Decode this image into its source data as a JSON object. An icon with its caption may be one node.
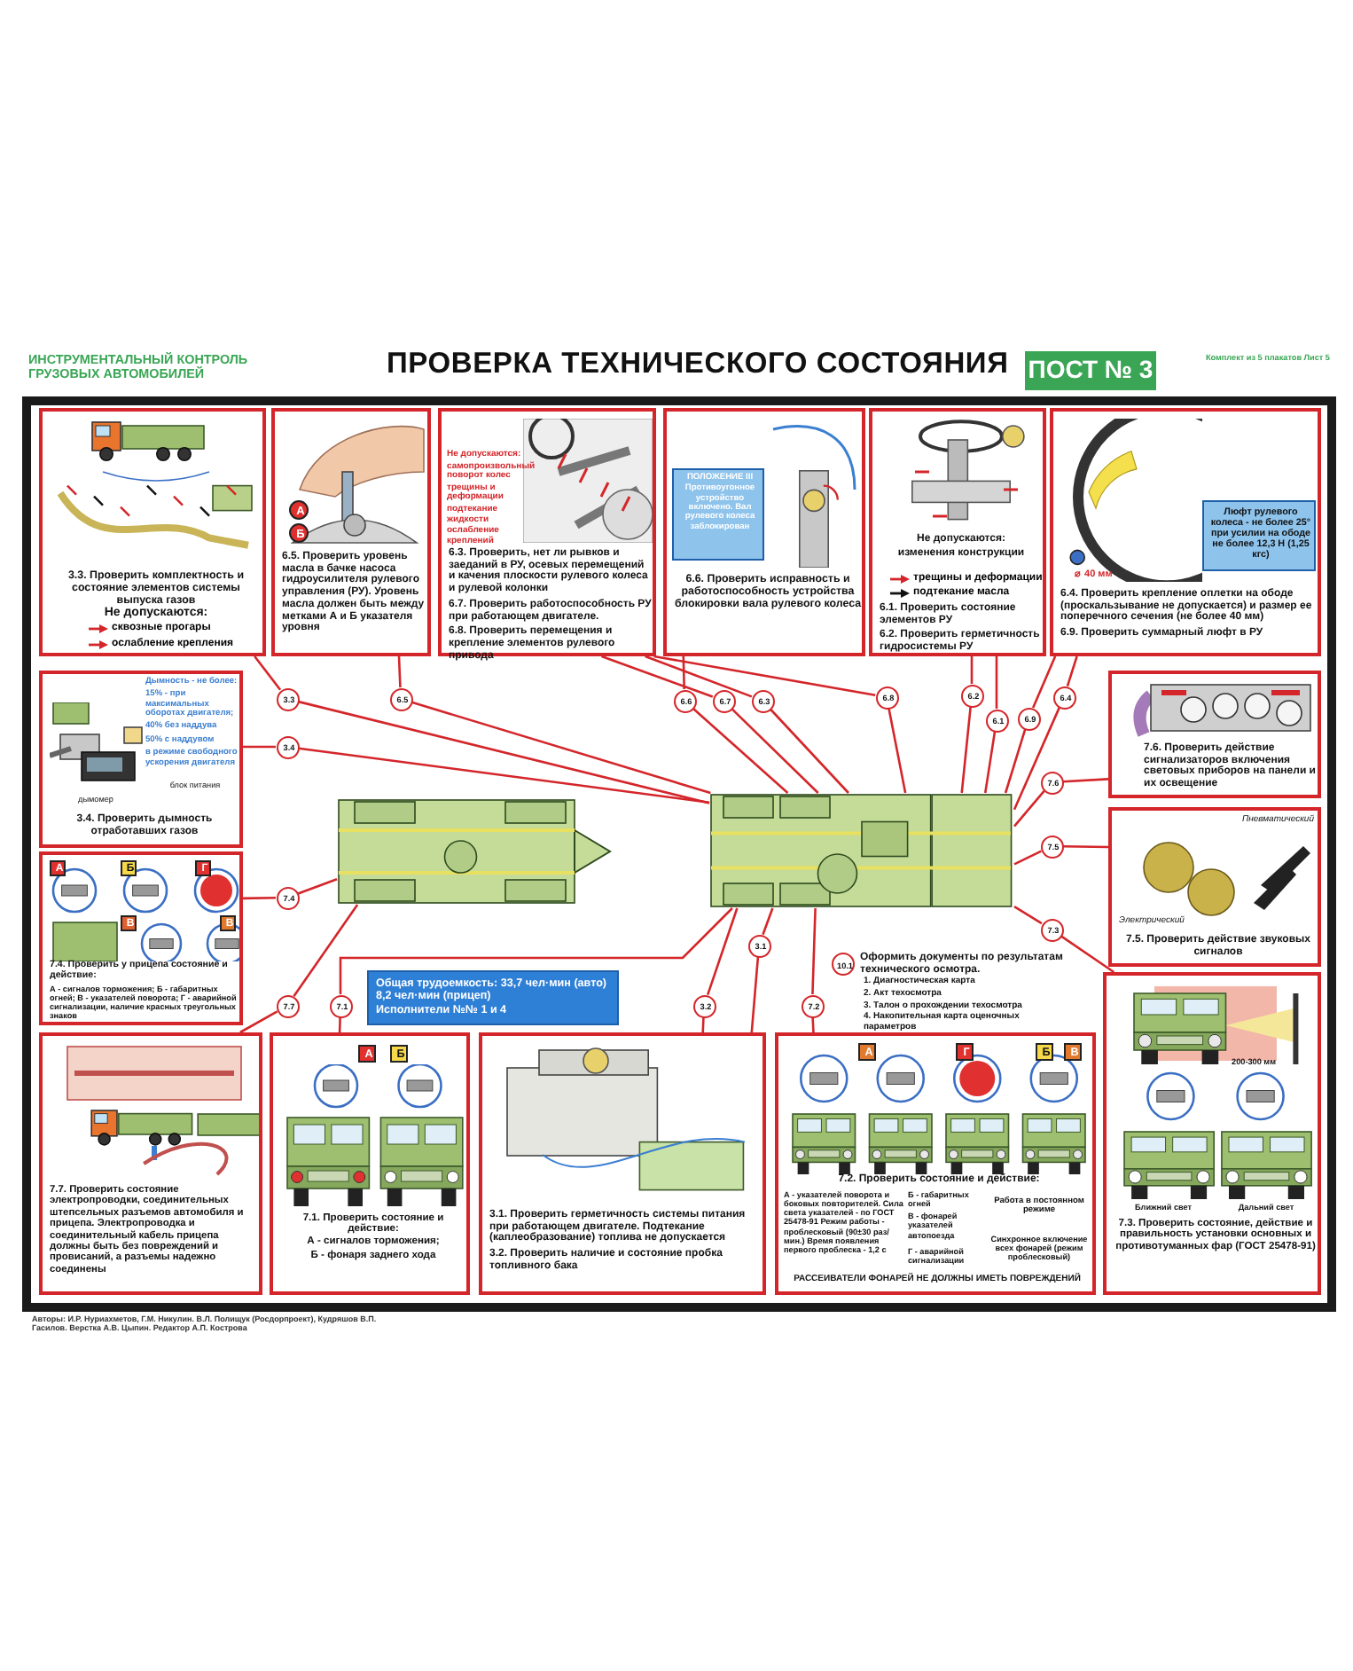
{
  "diagram": {
    "title": "ПРОВЕРКА ТЕХНИЧЕСКОГО СОСТОЯНИЯ",
    "nodes": [
      {
        "text": [
          "ПОСТ № 3"
        ]
      },
      {
        "text": [
          "3.3. Проверить комплектность и состояние элементов системы выпуска газов",
          "Не допускаются:"
        ]
      },
      {
        "text": [
          "6.5. Проверить уровень масла в бачке насоса гидроусилителя рулевого управления (РУ). Уровень масла должен быть между метками А и Б указателя уровня"
        ]
      },
      {
        "text": [
          "А"
        ],
        "in": 2
      },
      {
        "text": [
          "Б"
        ],
        "in": 2
      },
      {
        "text": [
          "Не допускаются:",
          "самопроизвольный поворот колес",
          "трещины и деформации",
          "подтекание жидкости",
          "ослабление креплений",
          "6.3. Проверить, нет ли рывков и заеданий в РУ, осевых перемещений и качения плоскости рулевого колеса и рулевой колонки",
          "6.7. Проверить работоспособность РУ при работающем двигателе.",
          "6.8. Проверить перемещения и крепление элементов рулевого привода"
        ]
      },
      {
        "text": [
          "6.6. Проверить исправность и работоспособность устройства блокировки вала рулевого колеса"
        ]
      },
      {
        "text": [
          "ПОЛОЖЕНИЕ III",
          "Противоугонное устройство включено. Вал рулевого колеса заблокирован"
        ],
        "in": 6
      },
      {
        "text": [
          "Не допускаются:",
          "изменения конструкции",
          "6.1. Проверить состояние элементов РУ",
          "6.2. Проверить герметичность гидросистемы РУ"
        ]
      },
      {
        "text": [
          "⌀ 40 мм",
          "6.4. Проверить крепление оплетки на ободе (проскальзывание не допускается) и размер ее поперечного сечения (не более 40 мм)",
          "6.9. Проверить суммарный люфт в РУ"
        ]
      },
      {
        "text": [
          "Люфт рулевого колеса - не более 25° при усилии на ободе не более 12,3 Н (1,25 кгс)"
        ],
        "in": 9
      },
      {
        "text": [
          "Дымность - не более:",
          "15% - при максимальных оборотах двигателя;",
          "40% без наддува",
          "50% с наддувом",
          "в режиме свободного ускорения двигателя",
          "блок питания",
          "дымомер",
          "3.4. Проверить дымность отработавших газов"
        ]
      },
      {
        "text": [
          "7.4. Проверить у прицепа состояние и действие:",
          "А - сигналов торможения; Б - габаритных огней; В - указателей поворота; Г - аварийной сигнализации, наличие красных треугольных знаков"
        ]
      },
      {
        "text": [
          "А"
        ],
        "in": 12
      },
      {
        "text": [
          "Б"
        ],
        "in": 12
      },
      {
        "text": [
          "Г"
        ],
        "in": 12
      },
      {
        "text": [
          "В"
        ],
        "in": 12
      },
      {
        "text": [
          "В"
        ],
        "in": 12
      },
      {
        "text": [
          "7.6. Проверить действие сигнализаторов включения световых приборов на панели и их освещение"
        ]
      },
      {
        "text": [
          "Пневматический",
          "Электрический",
          "7.5. Проверить действие звуковых сигналов"
        ]
      },
      {
        "text": [],
        "shape": "picture"
      },
      {
        "text": [],
        "shape": "picture"
      },
      {
        "text": [
          "Общая трудоемкость: 33,7 чел·мин (авто) 8,2 чел·мин (прицеп)",
          "Исполнители №№ 1 и 4"
        ]
      },
      {
        "text": [
          "10.1"
        ]
      },
      {
        "text": [
          "7.7. Проверить состояние электропроводки, соединительных штепсельных разъемов автомобиля и прицепа. Электропроводка и соединительный кабель прицепа должны быть без повреждений и провисаний, а разъемы надежно соединены"
        ]
      },
      {
        "text": [
          "7.1. Проверить состояние и действие:",
          "А - сигналов торможения;",
          "Б - фонаря заднего хода"
        ]
      },
      {
        "text": [
          "А"
        ],
        "in": 25
      },
      {
        "text": [
          "Б"
        ],
        "in": 25
      },
      {
        "text": [
          "3.1. Проверить герметичность системы питания при работающем двигателе. Подтекание (каплеобразование) топлива не допускается",
          "3.2. Проверить наличие и состояние пробка топливного бака"
        ]
      },
      {
        "text": [
          "7.2. Проверить состояние и действие:",
          "А - указателей поворота и боковых повторителей. Сила света указателей - по ГОСТ 25478-91 Режим работы - проблесковый (90±30 раз/мин.) Время появления первого проблеска - 1,2 с",
          "Б - габаритных огней",
          "В - фонарей указателей автопоезда",
          "Работа в постоянном режиме",
          "Г - аварийной сигнализации",
          "Синхронное включение всех фонарей (режим проблесковый)",
          "РАССЕИВАТЕЛИ ФОНАРЕЙ НЕ ДОЛЖНЫ ИМЕТЬ ПОВРЕЖДЕНИЙ"
        ]
      },
      {
        "text": [
          "А"
        ],
        "in": 29
      },
      {
        "text": [
          "Г"
        ],
        "in": 29
      },
      {
        "text": [
          "Б"
        ],
        "in": 29
      },
      {
        "text": [
          "В"
        ],
        "in": 29
      },
      {
        "text": [
          "200-300 мм",
          "Ближний свет",
          "Дальний свет",
          "7.3. Проверить состояние, действие и правильность установки основных и противотуманных фар (ГОСТ 25478-91)"
        ]
      },
      {
        "text": [
          "3.3"
        ]
      },
      {
        "text": [
          "6.5"
        ]
      },
      {
        "text": [
          "3.4"
        ]
      },
      {
        "text": [
          "7.4"
        ]
      },
      {
        "text": [
          "7.7"
        ]
      },
      {
        "text": [
          "7.1"
        ]
      },
      {
        "text": [
          "6.6"
        ]
      },
      {
        "text": [
          "6.7"
        ]
      },
      {
        "text": [
          "6.3"
        ]
      },
      {
        "text": [
          "6.8"
        ]
      },
      {
        "text": [
          "6.2"
        ]
      },
      {
        "text": [
          "6.1"
        ]
      },
      {
        "text": [
          "6.9"
        ]
      },
      {
        "text": [
          "6.4"
        ]
      },
      {
        "text": [
          "7.6"
        ]
      },
      {
        "text": [
          "7.5"
        ]
      },
      {
        "text": [
          "7.3"
        ]
      },
      {
        "text": [
          "3.1"
        ]
      },
      {
        "text": [
          "3.2"
        ]
      },
      {
        "text": [
          "7.2"
        ]
      }
    ],
    "edges": [
      {
        "from": 1,
        "to": 35,
        "arrow": "none"
      },
      {
        "from": 35,
        "to": 21,
        "arrow": "none"
      },
      {
        "from": 2,
        "to": 36,
        "arrow": "none"
      },
      {
        "from": 36,
        "to": 21,
        "arrow": "none"
      },
      {
        "from": 11,
        "to": 37,
        "arrow": "none"
      },
      {
        "from": 37,
        "to": 21,
        "arrow": "none"
      },
      {
        "from": 12,
        "to": 38,
        "arrow": "none"
      },
      {
        "from": 38,
        "to": 20,
        "arrow": "none"
      },
      {
        "from": 24,
        "to": 39,
        "arrow": "none"
      },
      {
        "from": 39,
        "to": 20,
        "arrow": "none"
      },
      {
        "from": 25,
        "to": 40,
        "arrow": "none"
      },
      {
        "from": 40,
        "to": 21,
        "arrow": "none"
      },
      {
        "from": 6,
        "to": 41,
        "arrow": "none"
      },
      {
        "from": 41,
        "to": 21,
        "arrow": "none"
      },
      {
        "from": 5,
        "to": 42,
        "arrow": "none"
      },
      {
        "from": 42,
        "to": 21,
        "arrow": "none"
      },
      {
        "from": 5,
        "to": 43,
        "arrow": "none"
      },
      {
        "from": 43,
        "to": 21,
        "arrow": "none"
      },
      {
        "from": 5,
        "to": 44,
        "arrow": "none"
      },
      {
        "from": 44,
        "to": 21,
        "arrow": "none"
      },
      {
        "from": 8,
        "to": 45,
        "arrow": "none"
      },
      {
        "from": 45,
        "to": 21,
        "arrow": "none"
      },
      {
        "from": 8,
        "to": 46,
        "arrow": "none"
      },
      {
        "from": 46,
        "to": 21,
        "arrow": "none"
      },
      {
        "from": 9,
        "to": 47,
        "arrow": "none"
      },
      {
        "from": 47,
        "to": 21,
        "arrow": "none"
      },
      {
        "from": 9,
        "to": 48,
        "arrow": "none"
      },
      {
        "from": 48,
        "to": 21,
        "arrow": "none"
      },
      {
        "from": 18,
        "to": 49,
        "arrow": "none"
      },
      {
        "from": 49,
        "to": 21,
        "arrow": "none"
      },
      {
        "from": 19,
        "to": 50,
        "arrow": "none"
      },
      {
        "from": 50,
        "to": 21,
        "arrow": "none"
      },
      {
        "from": 34,
        "to": 51,
        "arrow": "none"
      },
      {
        "from": 51,
        "to": 21,
        "arrow": "none"
      },
      {
        "from": 28,
        "to": 52,
        "arrow": "none"
      },
      {
        "from": 52,
        "to": 21,
        "arrow": "none"
      },
      {
        "from": 28,
        "to": 53,
        "arrow": "none"
      },
      {
        "from": 53,
        "to": 21,
        "arrow": "none"
      },
      {
        "from": 29,
        "to": 54,
        "arrow": "none"
      },
      {
        "from": 54,
        "to": 21,
        "arrow": "none"
      }
    ],
    "labels": [
      "ИНСТРУМЕНТАЛЬНЫЙ КОНТРОЛЬ ГРУЗОВЫХ АВТОМОБИЛЕЙ",
      "Комплект из 5 плакатов Лист 5",
      "Оформить документы по результатам технического осмотра.",
      "1. Диагностическая карта",
      "2. Акт техосмотра",
      "3. Талон о прохождении техосмотра",
      "4. Накопительная карта оценочных параметров",
      "Авторы: И.Р. Нуриахметов, Г.М. Никулин. В.Л. Полищук (Росдорпроект), Кудряшов В.П. Гасилов. Верстка А.В. Цыпин. Редактор А.П. Кострова"
    ],
    "legend": [
      {
        "text": "сквозные прогары"
      },
      {
        "text": "ослабление крепления"
      },
      {
        "text": "трещины и деформации"
      },
      {
        "text": "подтекание масла"
      }
    ]
  }
}
